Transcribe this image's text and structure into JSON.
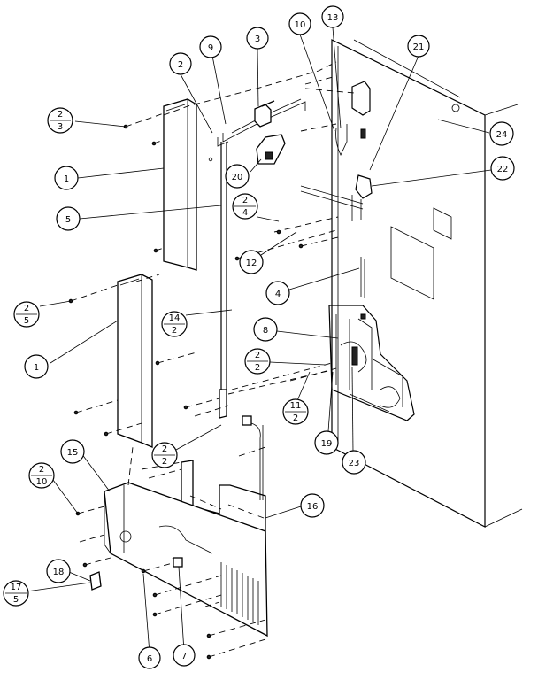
{
  "callouts": [
    {
      "id": "c-2-3",
      "top": "2",
      "bottom": "3"
    },
    {
      "id": "c-1a",
      "label": "1"
    },
    {
      "id": "c-5",
      "label": "5"
    },
    {
      "id": "c-2",
      "label": "2"
    },
    {
      "id": "c-9",
      "label": "9"
    },
    {
      "id": "c-3",
      "label": "3"
    },
    {
      "id": "c-20",
      "label": "20"
    },
    {
      "id": "c-2-4",
      "top": "2",
      "bottom": "4"
    },
    {
      "id": "c-12",
      "label": "12"
    },
    {
      "id": "c-10",
      "label": "10"
    },
    {
      "id": "c-13",
      "label": "13"
    },
    {
      "id": "c-21",
      "label": "21"
    },
    {
      "id": "c-24",
      "label": "24"
    },
    {
      "id": "c-22",
      "label": "22"
    },
    {
      "id": "c-4",
      "label": "4"
    },
    {
      "id": "c-8",
      "label": "8"
    },
    {
      "id": "c-2-2a",
      "top": "2",
      "bottom": "2"
    },
    {
      "id": "c-11-2",
      "top": "11",
      "bottom": "2"
    },
    {
      "id": "c-19",
      "label": "19"
    },
    {
      "id": "c-23",
      "label": "23"
    },
    {
      "id": "c-2-5",
      "top": "2",
      "bottom": "5"
    },
    {
      "id": "c-1b",
      "label": "1"
    },
    {
      "id": "c-14-2",
      "top": "14",
      "bottom": "2"
    },
    {
      "id": "c-2-2b",
      "top": "2",
      "bottom": "2"
    },
    {
      "id": "c-2-10",
      "top": "2",
      "bottom": "10"
    },
    {
      "id": "c-15",
      "label": "15"
    },
    {
      "id": "c-16",
      "label": "16"
    },
    {
      "id": "c-18",
      "label": "18"
    },
    {
      "id": "c-17-5",
      "top": "17",
      "bottom": "5"
    },
    {
      "id": "c-6",
      "label": "6"
    },
    {
      "id": "c-7",
      "label": "7"
    }
  ]
}
